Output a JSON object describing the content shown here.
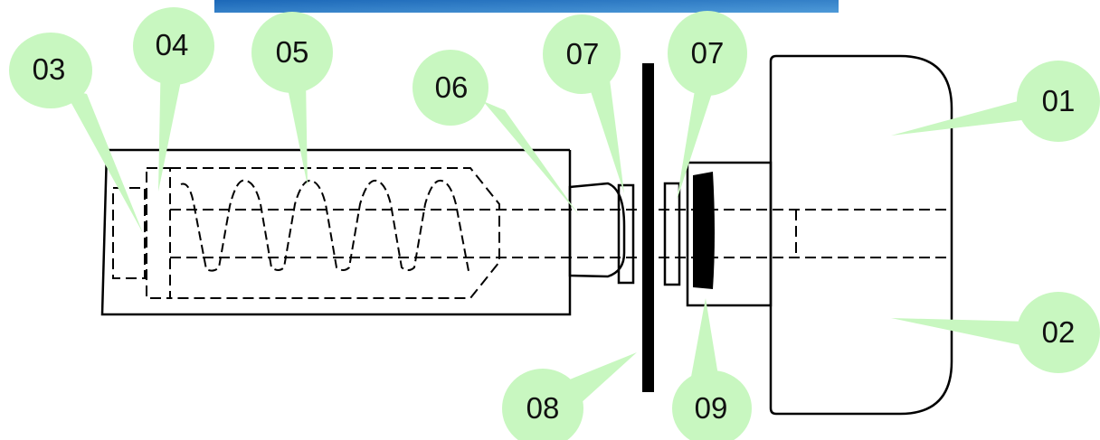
{
  "colors": {
    "callout_fill": "#c8f7c0",
    "line": "#000000",
    "banner_top": "#1c68b8",
    "banner_bottom": "#4e9ad8"
  },
  "callouts": {
    "c01": "01",
    "c02": "02",
    "c03": "03",
    "c04": "04",
    "c05": "05",
    "c06": "06",
    "c07a": "07",
    "c07b": "07",
    "c08": "08",
    "c09": "09"
  }
}
